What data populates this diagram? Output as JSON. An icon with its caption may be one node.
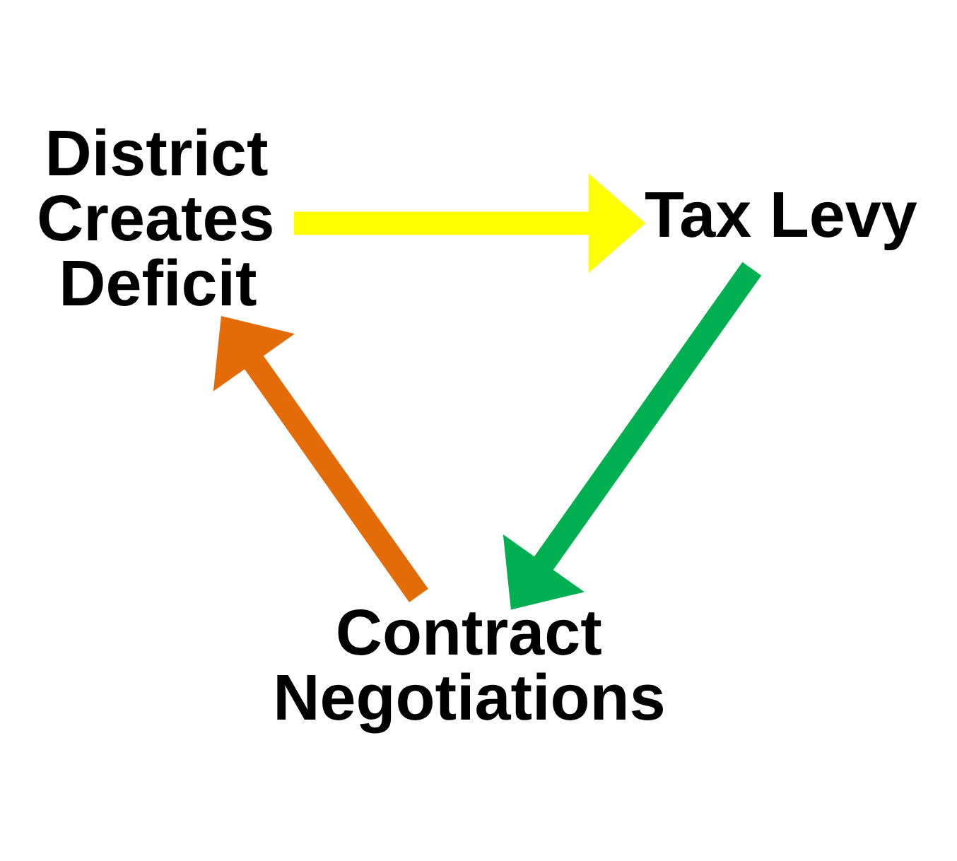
{
  "diagram": {
    "nodes": [
      {
        "text": [
          "District Creates Deficit"
        ]
      },
      {
        "text": [
          "Tax Levy"
        ]
      },
      {
        "text": [
          "Contract Negotiations"
        ]
      }
    ],
    "edges": [
      {
        "from": 0,
        "to": 1,
        "arrow": "to",
        "color": "#ffff00"
      },
      {
        "from": 1,
        "to": 2,
        "arrow": "to",
        "color": "#00b050"
      },
      {
        "from": 2,
        "to": 0,
        "arrow": "to",
        "color": "#e36c09"
      }
    ]
  }
}
